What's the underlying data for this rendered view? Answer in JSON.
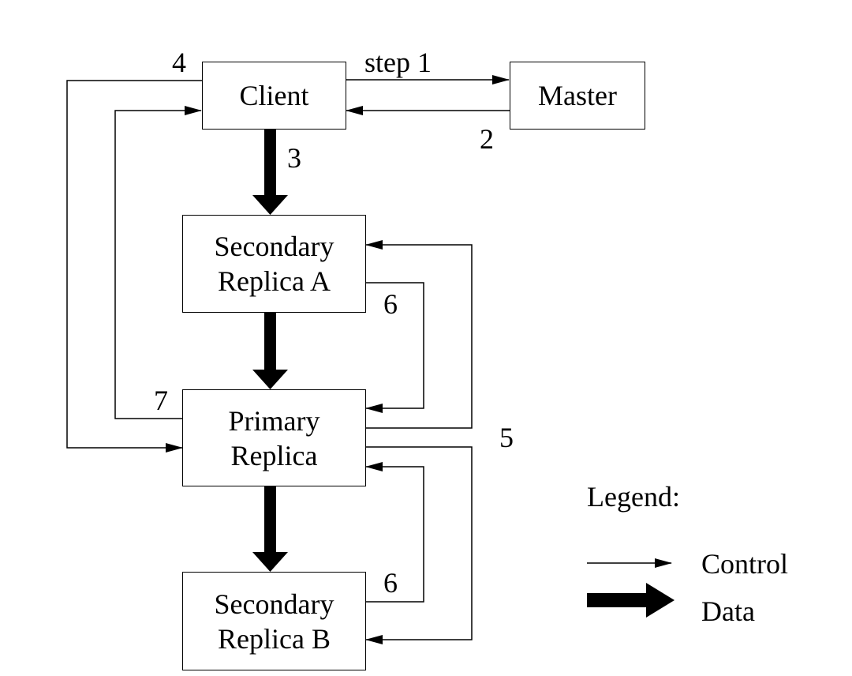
{
  "nodes": {
    "client": {
      "label": "Client"
    },
    "master": {
      "label": "Master"
    },
    "secondary_a": {
      "line1": "Secondary",
      "line2": "Replica A"
    },
    "primary": {
      "line1": "Primary",
      "line2": "Replica"
    },
    "secondary_b": {
      "line1": "Secondary",
      "line2": "Replica B"
    }
  },
  "edge_labels": {
    "step1": "step 1",
    "step2": "2",
    "step3": "3",
    "step4": "4",
    "step5": "5",
    "step6_a": "6",
    "step6_b": "6",
    "step7": "7"
  },
  "legend": {
    "title": "Legend:",
    "control_label": "Control",
    "data_label": "Data"
  }
}
